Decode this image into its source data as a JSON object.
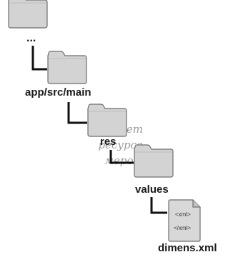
{
  "tree": {
    "ellipsis": "...",
    "nodes": [
      {
        "label": "app/src/main"
      },
      {
        "label": "res"
      },
      {
        "label": "values"
      },
      {
        "label": "dimens.xml",
        "file_tags": [
          "<xml>",
          "</xml>"
        ]
      }
    ]
  },
  "note": {
    "lines": [
      "ает",
      "ресурса",
      "меров."
    ]
  },
  "colors": {
    "folder_fill": "#d3d3d3",
    "folder_stroke": "#6e6e6e",
    "connector": "#111111",
    "note_text": "#9a9a9a"
  },
  "icons": [
    "folder-icon",
    "xml-file-icon"
  ]
}
